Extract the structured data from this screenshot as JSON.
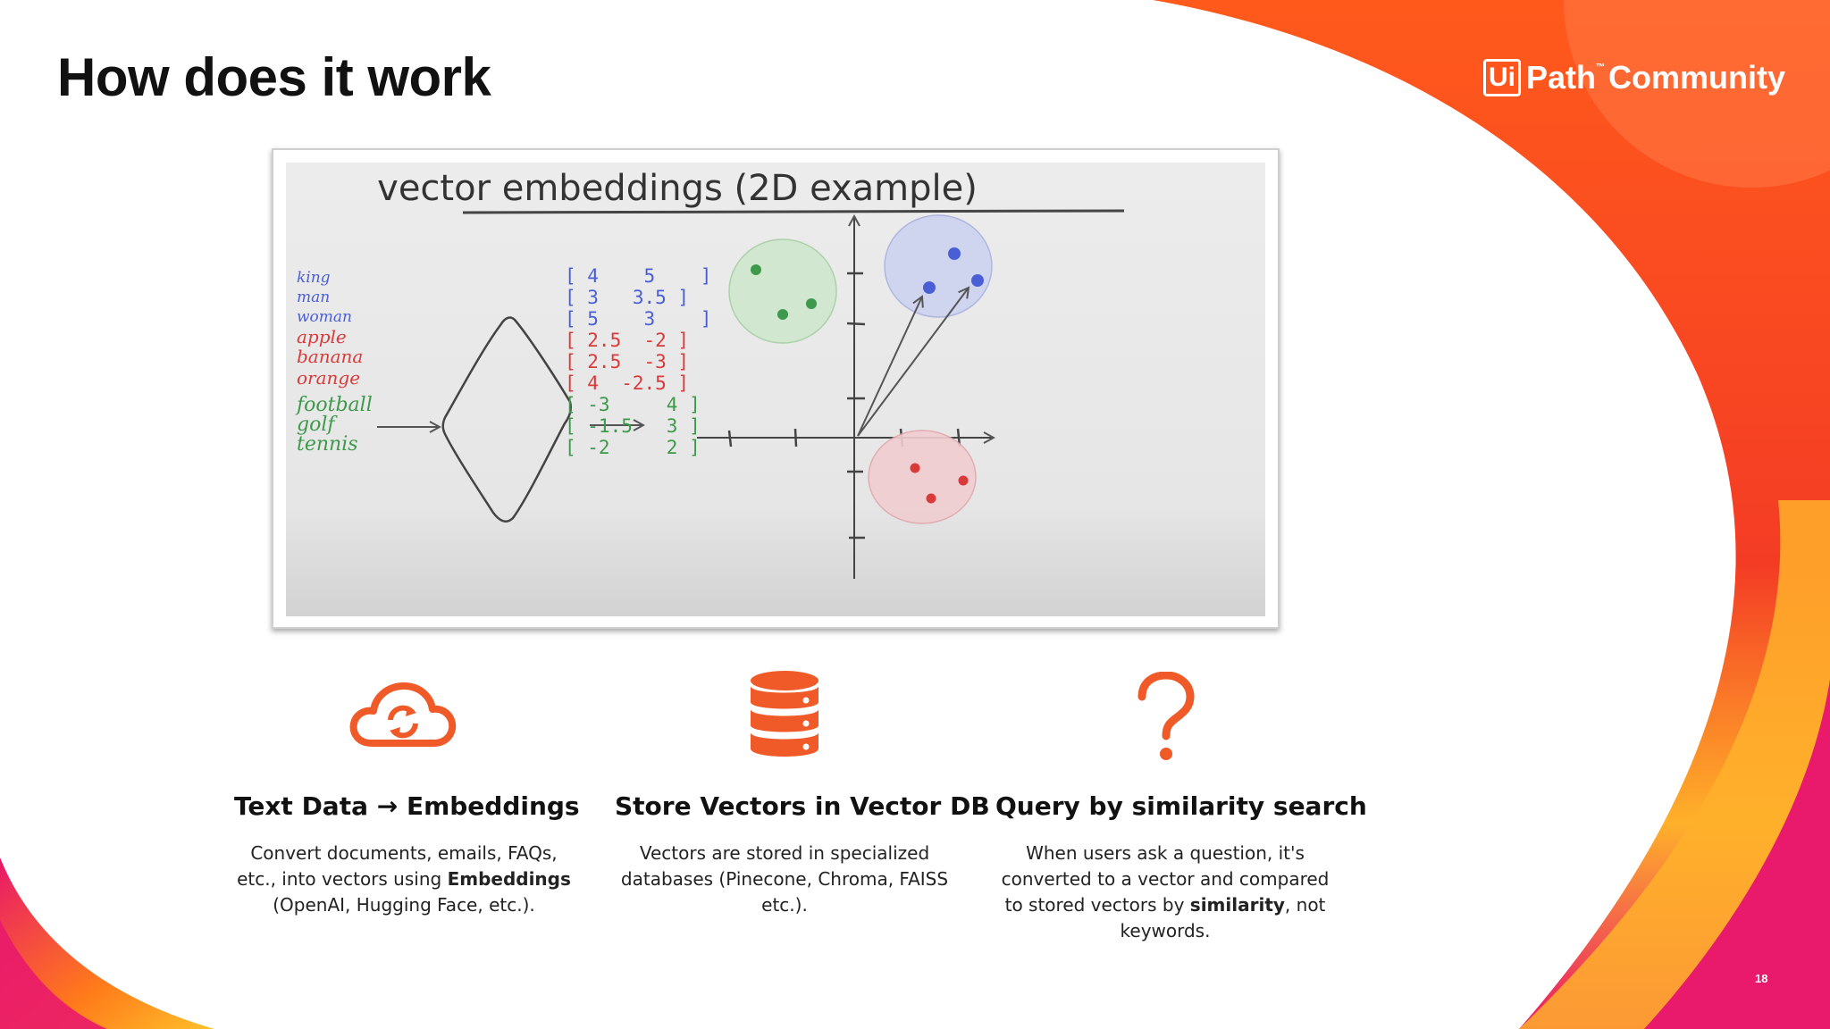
{
  "slide": {
    "title": "How does it work",
    "page_number": "18"
  },
  "logo": {
    "ui": "Ui",
    "path": "Path",
    "tm": "™",
    "community": "Community"
  },
  "diagram": {
    "heading": "vector embeddings (2D example)",
    "words": [
      {
        "text": "king",
        "group": "royal"
      },
      {
        "text": "man",
        "group": "royal"
      },
      {
        "text": "woman",
        "group": "royal"
      },
      {
        "text": "apple",
        "group": "fruit"
      },
      {
        "text": "banana",
        "group": "fruit"
      },
      {
        "text": "orange",
        "group": "fruit"
      },
      {
        "text": "football",
        "group": "sport"
      },
      {
        "text": "golf",
        "group": "sport"
      },
      {
        "text": "tennis",
        "group": "sport"
      }
    ],
    "vectors": [
      {
        "text": "[ 4    5    ]",
        "group": "royal"
      },
      {
        "text": "[ 3   3.5 ]",
        "group": "royal"
      },
      {
        "text": "[ 5    3    ]",
        "group": "royal"
      },
      {
        "text": "[ 2.5  -2 ]",
        "group": "fruit"
      },
      {
        "text": "[ 2.5  -3 ]",
        "group": "fruit"
      },
      {
        "text": "[ 4  -2.5 ]",
        "group": "fruit"
      },
      {
        "text": "[ -3     4 ]",
        "group": "sport"
      },
      {
        "text": "[ -1.5   3 ]",
        "group": "sport"
      },
      {
        "text": "[ -2     2 ]",
        "group": "sport"
      }
    ],
    "colors": {
      "royal": "#4a5fd6",
      "fruit": "#d93a3a",
      "sport": "#3d9a4a"
    }
  },
  "columns": [
    {
      "icon": "cloud-sync-icon",
      "heading": "Text Data → Embeddings",
      "body_1": "Convert documents, emails, FAQs,",
      "body_2a": "etc., into vectors using ",
      "body_2b": "Embeddings",
      "body_3": "(OpenAI, Hugging Face, etc.)."
    },
    {
      "icon": "database-icon",
      "heading": "Store Vectors in Vector DB",
      "body_1": "Vectors are stored in specialized",
      "body_2": "databases (Pinecone, Chroma, FAISS",
      "body_3": "etc.)."
    },
    {
      "icon": "question-mark-icon",
      "heading": "Query by similarity search",
      "body_1": "When users ask a question, it's",
      "body_2": "converted to a vector and compared",
      "body_3a": "to stored vectors by ",
      "body_3b": "similarity",
      "body_3c": ", not",
      "body_4": "keywords."
    }
  ],
  "accent_color": "#f05a28"
}
